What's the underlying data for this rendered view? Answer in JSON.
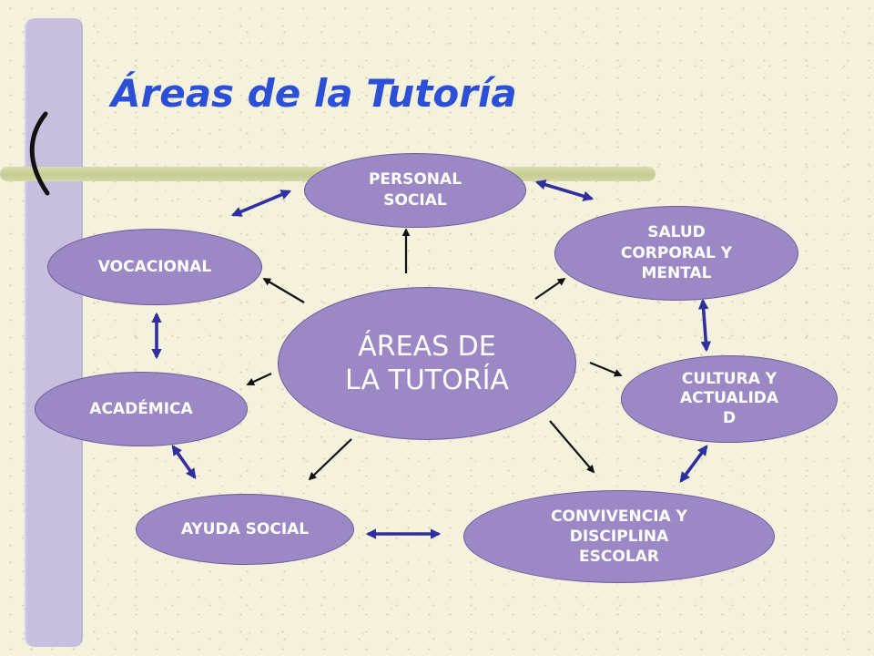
{
  "slide": {
    "title": "Áreas de la Tutoría"
  },
  "diagram": {
    "center": "ÁREAS DE\nLA TUTORÍA",
    "nodes": {
      "personal_social": "PERSONAL\nSOCIAL",
      "salud": "SALUD\nCORPORAL Y\nMENTAL",
      "vocacional": "VOCACIONAL",
      "academica": "ACADÉMICA",
      "cultura": "CULTURA Y\nACTUALIDA\nD",
      "ayuda_social": "AYUDA SOCIAL",
      "convivencia": "CONVIVENCIA Y\nDISCIPLINA\nESCOLAR"
    }
  },
  "colors": {
    "node_fill": "#9b88c4",
    "node_border": "#6d5a9a",
    "title": "#2b4fd6",
    "arrow_dark": "#111111",
    "arrow_blue": "#2f2fa0"
  }
}
